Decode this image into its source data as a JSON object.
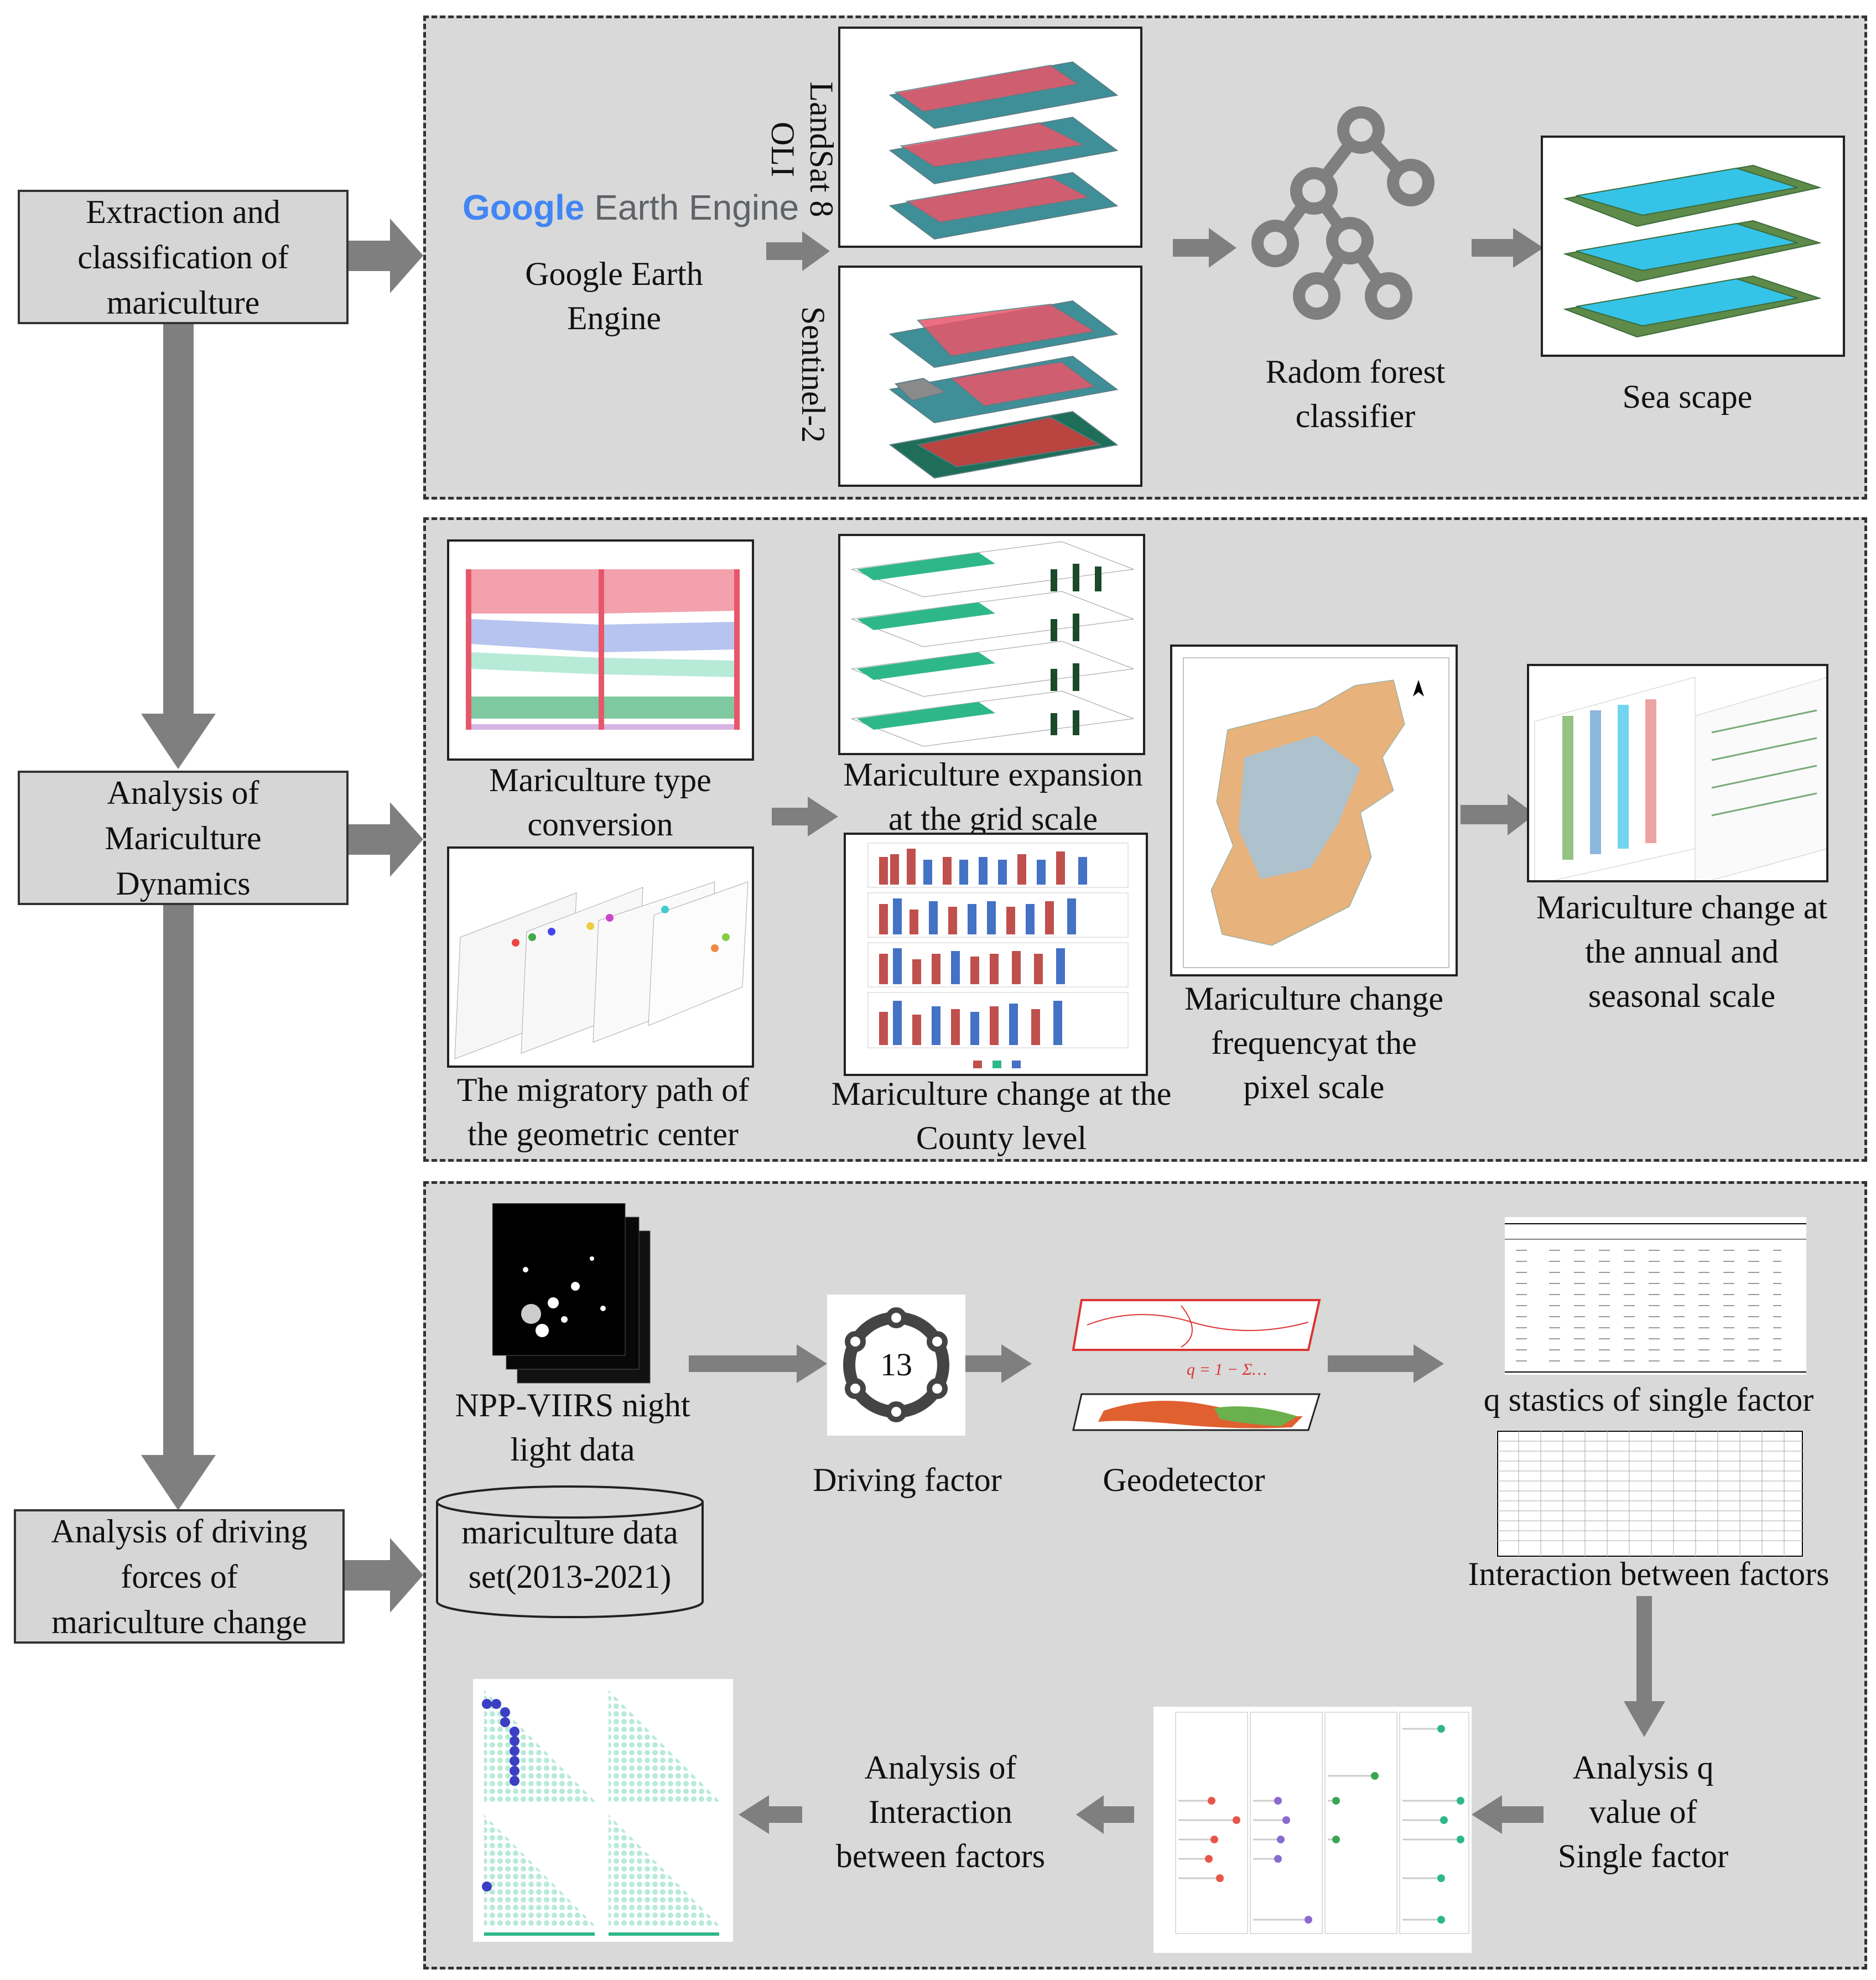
{
  "left_steps": [
    {
      "text": "Extraction and\nclassification of\nmariculture"
    },
    {
      "text": "Analysis of\nMariculture\nDynamics"
    },
    {
      "text": "Analysis of driving\nforces of\nmariculture change"
    }
  ],
  "panel1": {
    "gee_logo": {
      "google": "Google",
      "earth_engine": "Earth Engine"
    },
    "gee_label": "Google Earth\nEngine",
    "landsat_label": "LandSat 8\nOLI",
    "sentinel_label": "Sentinel-2",
    "rf_label": "Radom forest\nclassifier",
    "seascape_label": "Sea scape"
  },
  "panel2": {
    "type_conversion": "Mariculture type\nconversion",
    "grid_expansion": "Mariculture expansion\nat the grid scale",
    "migratory_path": "The migratory path of\nthe geometric center",
    "county_level": "Mariculture change at the\nCounty level",
    "pixel_frequency": "Mariculture change\nfrequencyat the\npixel scale",
    "annual_seasonal": "Mariculture change at\nthe annual and\nseasonal scale"
  },
  "panel3": {
    "npp_label": "NPP-VIIRS night\nlight data",
    "dataset_label": "mariculture data\nset(2013-2021)",
    "factor_count": "13",
    "driving_label": "Driving factor",
    "geodetector_label": "Geodetector",
    "q_stats_label": "q stastics of single factor",
    "interaction_label": "Interaction between factors",
    "analysis_q_label": "Analysis q\nvalue of\nSingle factor",
    "analysis_interaction_label": "Analysis of\nInteraction\nbetween factors"
  },
  "colors": {
    "panel_bg": "#d9d9d9",
    "arrow": "#7f7f7f",
    "false_color_red": "#e8566a",
    "sea_teal": "#3f8f99",
    "cyan": "#35c3e8",
    "bar_red": "#c0504d",
    "bar_blue": "#4472c4",
    "mint": "#b8ead8",
    "dot_blue": "#3b3fc4"
  }
}
